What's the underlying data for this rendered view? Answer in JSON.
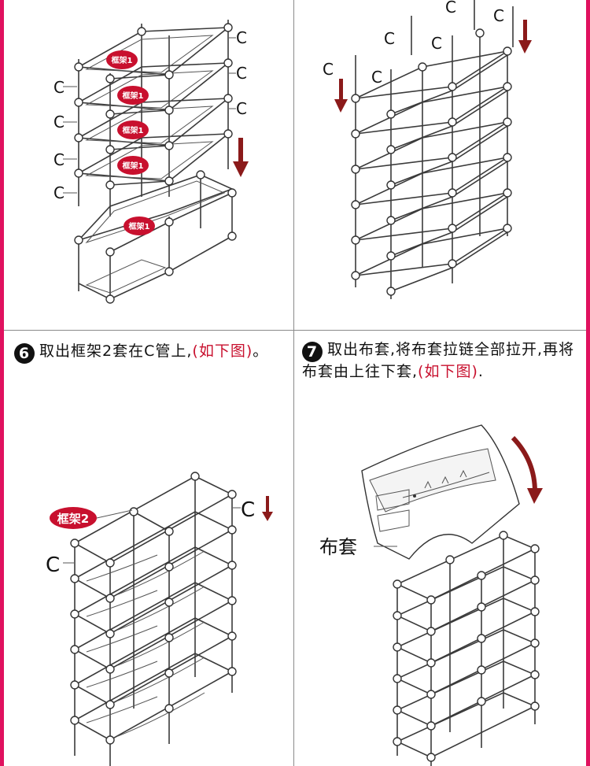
{
  "steps": [
    {
      "number": "6",
      "text": "取出框架2套在C管上,",
      "note": "(如下图)",
      "end": "。"
    },
    {
      "number": "7",
      "text": "取出布套,将布套拉链全部拉开,再将布套由上往下套,",
      "note": "(如下图)",
      "end": "."
    }
  ],
  "labels": {
    "pipe_c": "C",
    "frame1": "框架1",
    "frame2": "框架2",
    "cloth_cover": "布套"
  },
  "colors": {
    "border": "#e0115f",
    "badge": "#c8102e",
    "arrow": "#8b1a1a",
    "note": "#c8102e"
  }
}
